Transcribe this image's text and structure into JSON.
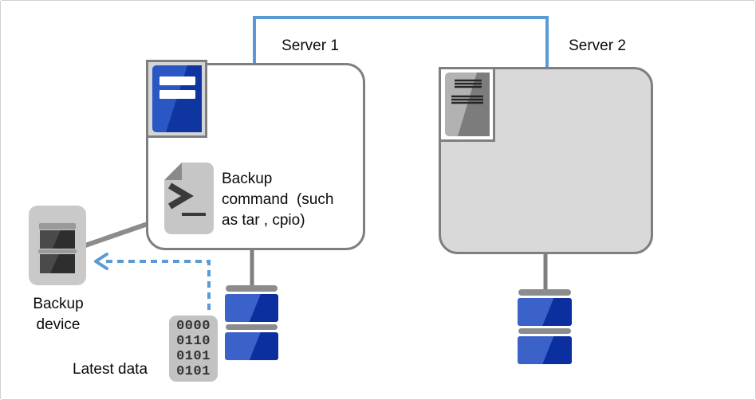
{
  "diagram": {
    "servers": [
      {
        "label": "Server 1"
      },
      {
        "label": "Server 2"
      }
    ],
    "backup_command": {
      "lines": [
        "Backup",
        "command  (such",
        "as tar , cpio)"
      ]
    },
    "backup_device": {
      "lines": [
        "Backup",
        "device"
      ]
    },
    "latest_data": {
      "label": "Latest data",
      "binary_rows": [
        "0000",
        "0110",
        "0101",
        "0101"
      ]
    },
    "icons": {
      "server1": "tower-server-blue-icon",
      "server2": "tower-server-gray-icon",
      "backup_command": "terminal-script-document-icon",
      "backup_device": "tape-drive-icon",
      "latest_data": "binary-data-icon",
      "storage": "disk-stack-icon",
      "arrow": "dashed-arrow-left-icon"
    },
    "colors": {
      "network_connector_blue": "#5b9bd5",
      "dashed_arrow_blue": "#5b9bd5",
      "box_border_gray": "#7f7f7f",
      "line_gray": "#8c8c8c",
      "server2_fill": "#d9d9d9",
      "storage_blue_left": "#3a62c9",
      "storage_blue_right": "#0b2f9e",
      "server_icon_blue_left": "#2b57c5",
      "server_icon_blue_right": "#0f35a0",
      "icon_body_gray": "#c6c6c6"
    }
  }
}
